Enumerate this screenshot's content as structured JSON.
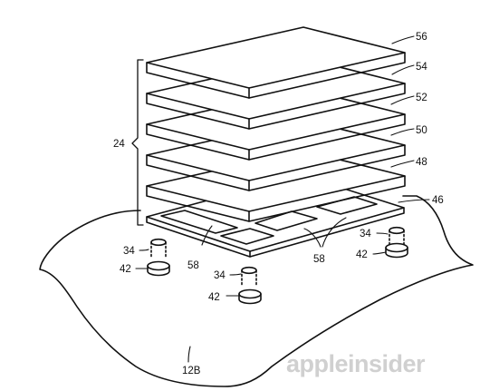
{
  "diagram": {
    "labels": {
      "l56": "56",
      "l54": "54",
      "l52": "52",
      "l50": "50",
      "l48": "48",
      "l46": "46",
      "l24": "24",
      "l34a": "34",
      "l42a": "42",
      "l58a": "58",
      "l34b": "34",
      "l42b": "42",
      "l58b": "58",
      "l34c": "34",
      "l42c": "42",
      "l12b": "12B"
    },
    "watermark": "appleinsider",
    "colors": {
      "line": "#111111",
      "watermark": "#d0d0d0"
    }
  }
}
